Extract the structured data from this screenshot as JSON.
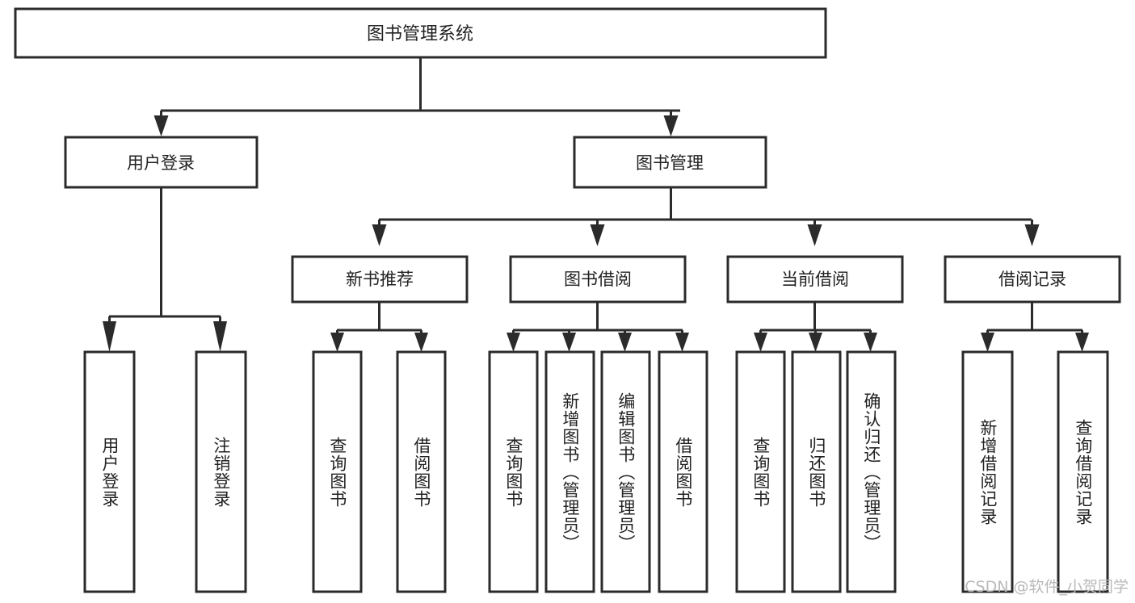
{
  "diagram": {
    "title": "图书管理系统",
    "type": "hierarchy-tree",
    "watermark": "CSDN @软件_小贺同学",
    "colors": {
      "background": "#ffffff",
      "stroke": "#2b2b2b",
      "text": "#222222",
      "watermark": "#b9b9b9"
    },
    "levels": {
      "root": {
        "label": "图书管理系统"
      },
      "level2": [
        {
          "id": "user-login",
          "label": "用户登录"
        },
        {
          "id": "book-manage",
          "label": "图书管理"
        }
      ],
      "level3": [
        {
          "id": "new-book-recommend",
          "label": "新书推荐"
        },
        {
          "id": "book-borrow",
          "label": "图书借阅"
        },
        {
          "id": "current-borrow",
          "label": "当前借阅"
        },
        {
          "id": "borrow-record",
          "label": "借阅记录"
        }
      ],
      "leaves": [
        {
          "id": "leaf-user-login",
          "label": "用户登录",
          "parent": "user-login"
        },
        {
          "id": "leaf-logout-login",
          "label": "注销登录",
          "parent": "user-login"
        },
        {
          "id": "leaf-query-book-1",
          "label": "查询图书",
          "parent": "new-book-recommend"
        },
        {
          "id": "leaf-borrow-book-1",
          "label": "借阅图书",
          "parent": "new-book-recommend"
        },
        {
          "id": "leaf-query-book-2",
          "label": "查询图书",
          "parent": "book-borrow"
        },
        {
          "id": "leaf-add-book",
          "label": "新增图书（管理员）",
          "parent": "book-borrow"
        },
        {
          "id": "leaf-edit-book",
          "label": "编辑图书（管理员）",
          "parent": "book-borrow"
        },
        {
          "id": "leaf-borrow-book-2",
          "label": "借阅图书",
          "parent": "book-borrow"
        },
        {
          "id": "leaf-query-book-3",
          "label": "查询图书",
          "parent": "current-borrow"
        },
        {
          "id": "leaf-return-book",
          "label": "归还图书",
          "parent": "current-borrow"
        },
        {
          "id": "leaf-confirm-return",
          "label": "确认归还（管理员）",
          "parent": "current-borrow"
        },
        {
          "id": "leaf-add-record",
          "label": "新增借阅记录",
          "parent": "borrow-record"
        },
        {
          "id": "leaf-query-record",
          "label": "查询借阅记录",
          "parent": "borrow-record"
        }
      ]
    }
  }
}
